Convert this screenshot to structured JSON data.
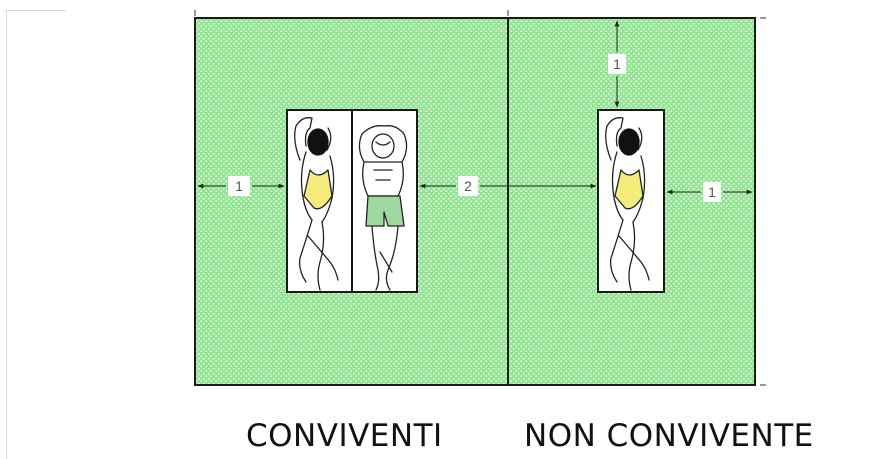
{
  "colors": {
    "area_fill": "#8ee68e",
    "area_dot": "#ffffff",
    "border": "#1a1a1a",
    "swimsuit_female": "#f4ec7a",
    "swimsuit_male": "#9fd89f",
    "hair": "#111111"
  },
  "dimensions": {
    "left_side": "1",
    "between_groups": "2",
    "top_gap": "1",
    "right_side": "1"
  },
  "captions": {
    "cohabitants": "CONVIVENTI",
    "non_cohabitant": "NON CONVIVENTE"
  }
}
